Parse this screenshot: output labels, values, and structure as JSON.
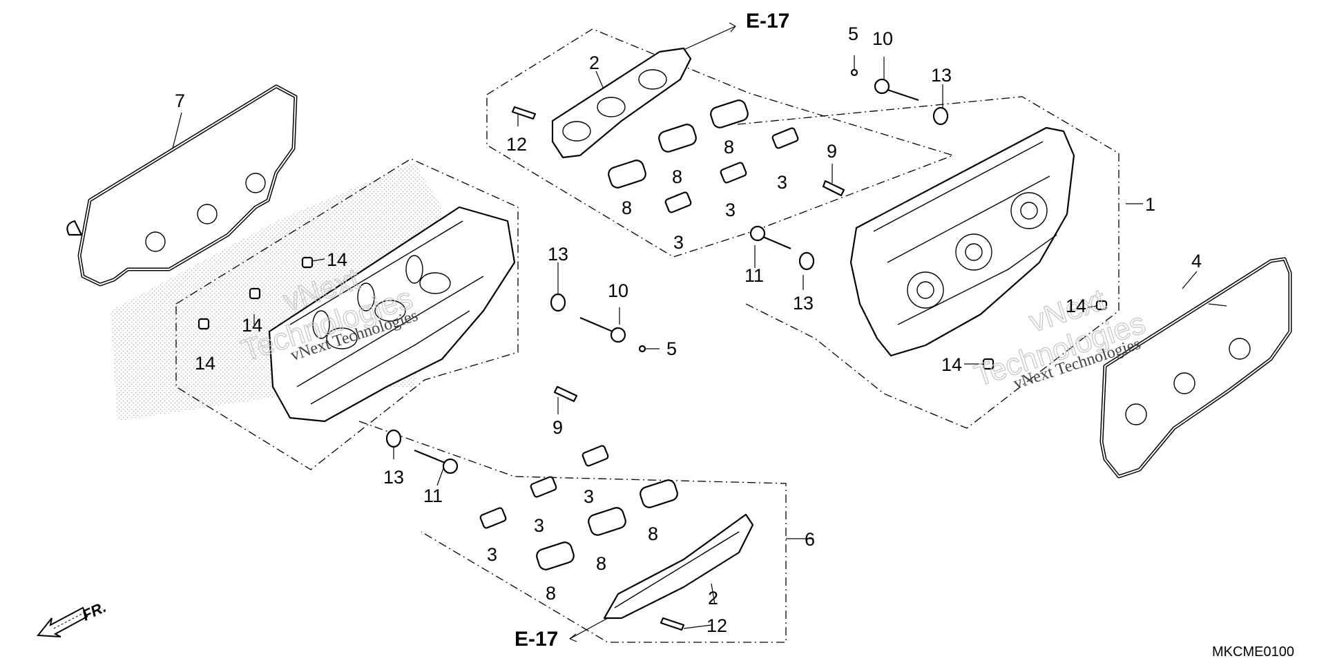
{
  "diagram": {
    "callouts": [
      {
        "id": "c1",
        "text": "1"
      },
      {
        "id": "c2a",
        "text": "2"
      },
      {
        "id": "c2b",
        "text": "2"
      },
      {
        "id": "c3a",
        "text": "3"
      },
      {
        "id": "c3b",
        "text": "3"
      },
      {
        "id": "c3c",
        "text": "3"
      },
      {
        "id": "c3d",
        "text": "3"
      },
      {
        "id": "c3e",
        "text": "3"
      },
      {
        "id": "c3f",
        "text": "3"
      },
      {
        "id": "c4",
        "text": "4"
      },
      {
        "id": "c5a",
        "text": "5"
      },
      {
        "id": "c5b",
        "text": "5"
      },
      {
        "id": "c6",
        "text": "6"
      },
      {
        "id": "c7",
        "text": "7"
      },
      {
        "id": "c8a",
        "text": "8"
      },
      {
        "id": "c8b",
        "text": "8"
      },
      {
        "id": "c8c",
        "text": "8"
      },
      {
        "id": "c8d",
        "text": "8"
      },
      {
        "id": "c8e",
        "text": "8"
      },
      {
        "id": "c8f",
        "text": "8"
      },
      {
        "id": "c9a",
        "text": "9"
      },
      {
        "id": "c9b",
        "text": "9"
      },
      {
        "id": "c10a",
        "text": "10"
      },
      {
        "id": "c10b",
        "text": "10"
      },
      {
        "id": "c11a",
        "text": "11"
      },
      {
        "id": "c11b",
        "text": "11"
      },
      {
        "id": "c12a",
        "text": "12"
      },
      {
        "id": "c12b",
        "text": "12"
      },
      {
        "id": "c13a",
        "text": "13"
      },
      {
        "id": "c13b",
        "text": "13"
      },
      {
        "id": "c13c",
        "text": "13"
      },
      {
        "id": "c13d",
        "text": "13"
      },
      {
        "id": "c14a",
        "text": "14"
      },
      {
        "id": "c14b",
        "text": "14"
      },
      {
        "id": "c14c",
        "text": "14"
      },
      {
        "id": "c14d",
        "text": "14"
      },
      {
        "id": "c14e",
        "text": "14"
      }
    ],
    "references": [
      {
        "id": "ref_top",
        "text": "E-17"
      },
      {
        "id": "ref_bottom",
        "text": "E-17"
      }
    ],
    "front_marker": "FR.",
    "diagram_code": "MKCME0100",
    "watermark": {
      "brand": "vNext",
      "brand_line2": "Technologies",
      "caption": "vNext Technologies"
    }
  }
}
